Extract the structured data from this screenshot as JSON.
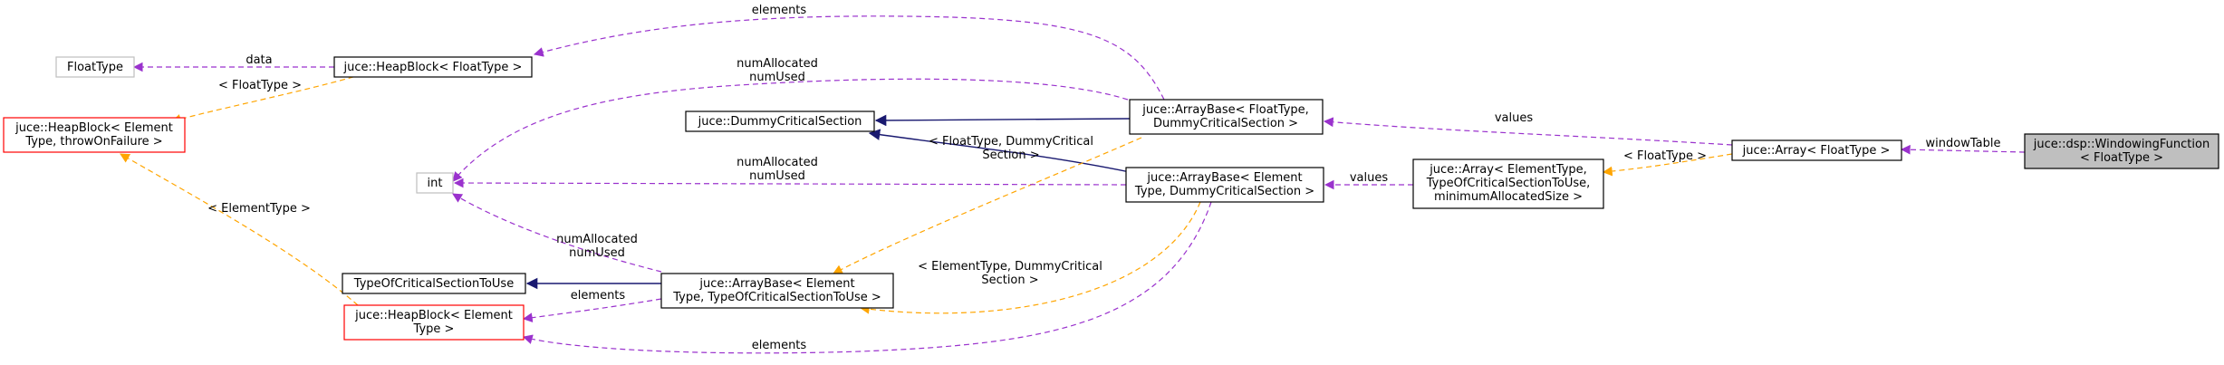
{
  "colors": {
    "black": "#000000",
    "gray_border": "#bfbfbf",
    "red_border": "#ff0000",
    "highlight_fill": "#bfbfbf",
    "purple_edge": "#9a32cd",
    "orange_edge": "#ffa500",
    "navy_edge": "#191970"
  },
  "nodes": {
    "floattype": [
      "FloatType"
    ],
    "heapblock_float": [
      "juce::HeapBlock< FloatType >"
    ],
    "heapblock_elem_tof": [
      "juce::HeapBlock< Element",
      "Type, throwOnFailure >"
    ],
    "int": [
      "int"
    ],
    "dummy_cs": [
      "juce::DummyCriticalSection"
    ],
    "typeofcs": [
      "TypeOfCriticalSectionToUse"
    ],
    "heapblock_elem": [
      "juce::HeapBlock< Element",
      "Type >"
    ],
    "arraybase_tcs": [
      "juce::ArrayBase< Element",
      "Type, TypeOfCriticalSectionToUse >"
    ],
    "arraybase_float": [
      "juce::ArrayBase< FloatType,",
      "DummyCriticalSection >"
    ],
    "arraybase_elem_dummy": [
      "juce::ArrayBase< Element",
      "Type, DummyCriticalSection >"
    ],
    "array_generic": [
      "juce::Array< ElementType,",
      "TypeOfCriticalSectionToUse,",
      "minimumAllocatedSize >"
    ],
    "array_float": [
      "juce::Array< FloatType >"
    ],
    "windowing": [
      "juce::dsp::WindowingFunction",
      "< FloatType >"
    ]
  },
  "edge_labels": {
    "data": [
      "data"
    ],
    "floattype_tpl": [
      "< FloatType >"
    ],
    "elements_top": [
      "elements"
    ],
    "numalloc_top": [
      "numAllocated",
      "numUsed"
    ],
    "float_dummy_tpl": [
      "< FloatType, DummyCritical",
      "Section >"
    ],
    "numalloc_mid": [
      "numAllocated",
      "numUsed"
    ],
    "numalloc_low": [
      "numAllocated",
      "numUsed"
    ],
    "elementtype_tpl": [
      "< ElementType >"
    ],
    "elements_mid": [
      "elements"
    ],
    "elem_dummy_tpl": [
      "< ElementType, DummyCritical",
      "Section >"
    ],
    "elements_bottom": [
      "elements"
    ],
    "values_top": [
      "values"
    ],
    "values_mid": [
      "values"
    ],
    "floattype_tpl2": [
      "< FloatType >"
    ],
    "windowtable": [
      "windowTable"
    ]
  }
}
